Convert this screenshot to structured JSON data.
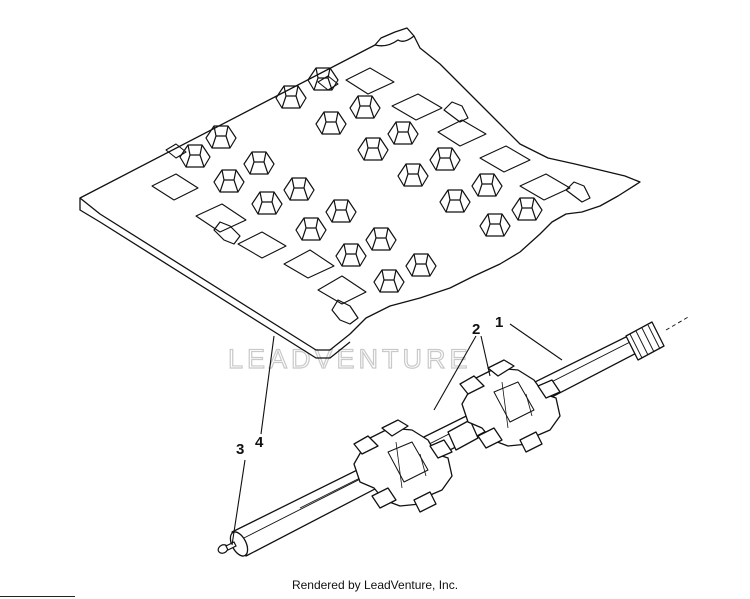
{
  "diagram": {
    "callouts": [
      "1",
      "2",
      "3",
      "4"
    ],
    "watermark": "LEADVENTURE"
  },
  "footer": {
    "text": "Rendered by LeadVenture, Inc."
  }
}
